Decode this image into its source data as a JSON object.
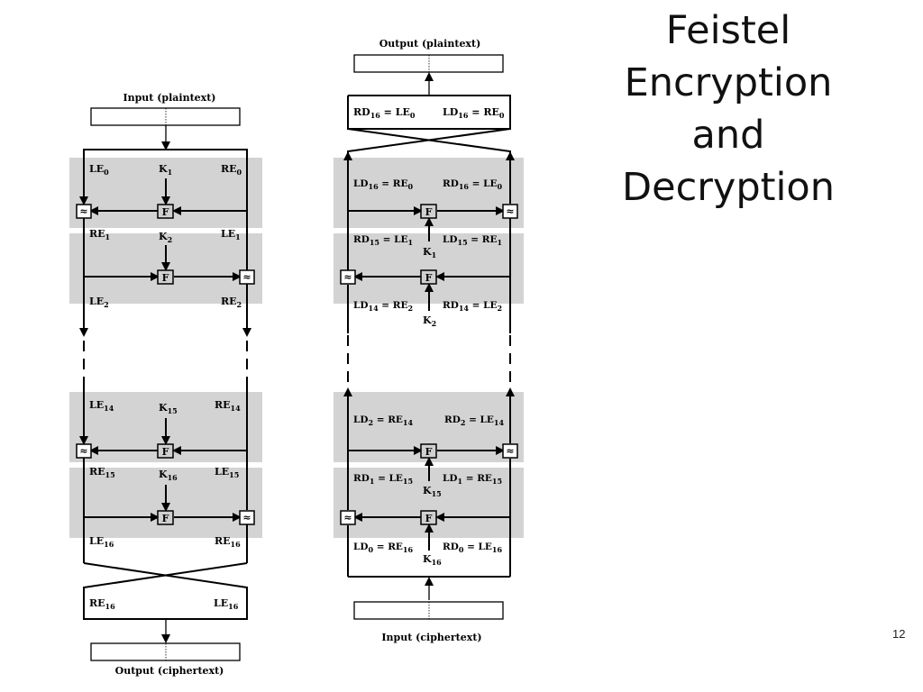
{
  "slide": {
    "title_lines": [
      "Feistel",
      "Encryption",
      "and",
      "Decryption"
    ],
    "number": "12"
  },
  "colors": {
    "round_fill": "#d3d3d3",
    "line": "#000000",
    "background": "#ffffff"
  },
  "xor_symbol": "≈",
  "function_label": "F",
  "encryption": {
    "input_label": "Input (plaintext)",
    "output_label": "Output (ciphertext)",
    "rounds": [
      {
        "left": "LE",
        "left_sub": "0",
        "key": "K",
        "key_sub": "1",
        "right": "RE",
        "right_sub": "0"
      },
      {
        "left": "RE",
        "left_sub": "1",
        "key": "K",
        "key_sub": "2",
        "right": "LE",
        "right_sub": "1"
      },
      {
        "left": "LE",
        "left_sub": "14",
        "key": "K",
        "key_sub": "15",
        "right": "RE",
        "right_sub": "14"
      },
      {
        "left": "RE",
        "left_sub": "15",
        "key": "K",
        "key_sub": "16",
        "right": "LE",
        "right_sub": "15"
      }
    ],
    "after_round_2": {
      "left": "LE",
      "left_sub": "2",
      "right": "RE",
      "right_sub": "2"
    },
    "after_round_16": {
      "left": "LE",
      "left_sub": "16",
      "right": "RE",
      "right_sub": "16"
    },
    "swap_box": {
      "left": "RE",
      "left_sub": "16",
      "right": "LE",
      "right_sub": "16"
    }
  },
  "decryption": {
    "input_label": "Input (ciphertext)",
    "output_label": "Output (plaintext)",
    "top_box": {
      "left": {
        "a": "RD",
        "a_sub": "16",
        "b": "LE",
        "b_sub": "0"
      },
      "right": {
        "a": "LD",
        "a_sub": "16",
        "b": "RE",
        "b_sub": "0"
      }
    },
    "rounds": [
      {
        "top_left": {
          "a": "LD",
          "a_sub": "16",
          "b": "RE",
          "b_sub": "0"
        },
        "top_right": {
          "a": "RD",
          "a_sub": "16",
          "b": "LE",
          "b_sub": "0"
        },
        "key": "K",
        "key_sub": "1"
      },
      {
        "top_left": {
          "a": "RD",
          "a_sub": "15",
          "b": "LE",
          "b_sub": "1"
        },
        "top_right": {
          "a": "LD",
          "a_sub": "15",
          "b": "RE",
          "b_sub": "1"
        },
        "bottom_left": {
          "a": "LD",
          "a_sub": "14",
          "b": "RE",
          "b_sub": "2"
        },
        "bottom_right": {
          "a": "RD",
          "a_sub": "14",
          "b": "LE",
          "b_sub": "2"
        },
        "key": "K",
        "key_sub": "2"
      },
      {
        "top_left": {
          "a": "LD",
          "a_sub": "2",
          "b": "RE",
          "b_sub": "14"
        },
        "top_right": {
          "a": "RD",
          "a_sub": "2",
          "b": "LE",
          "b_sub": "14"
        },
        "key": "K",
        "key_sub": "15"
      },
      {
        "top_left": {
          "a": "RD",
          "a_sub": "1",
          "b": "LE",
          "b_sub": "15"
        },
        "top_right": {
          "a": "LD",
          "a_sub": "1",
          "b": "RE",
          "b_sub": "15"
        },
        "bottom_left": {
          "a": "LD",
          "a_sub": "0",
          "b": "RE",
          "b_sub": "16"
        },
        "bottom_right": {
          "a": "RD",
          "a_sub": "0",
          "b": "LE",
          "b_sub": "16"
        },
        "key": "K",
        "key_sub": "16"
      }
    ]
  }
}
